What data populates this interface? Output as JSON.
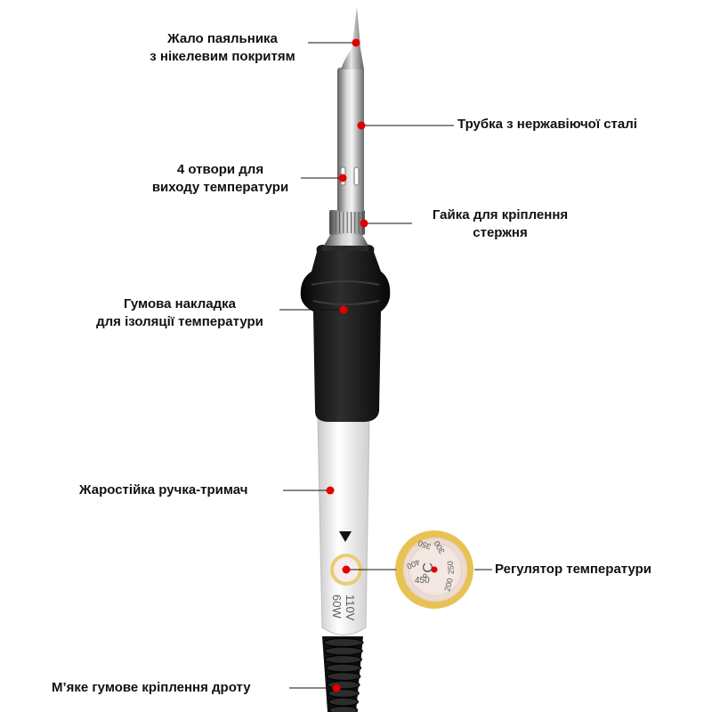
{
  "colors": {
    "marker": "#e00000",
    "leader": "#111111",
    "handle_body": "#f2f2f2",
    "rubber_grip": "#161616",
    "steel": "#8e8e8e",
    "dial_gold": "#e6c15a",
    "dial_face": "#efe2dc"
  },
  "labels": {
    "tip": {
      "line1": "Жало паяльника",
      "line2": "з нікелевим покритям"
    },
    "tube": "Трубка з нержавіючої сталі",
    "holes": {
      "line1": "4 отвори для",
      "line2": "виходу температури"
    },
    "nut": {
      "line1": "Гайка для кріплення",
      "line2": "стержня"
    },
    "rubber_cover": {
      "line1": "Гумова накладка",
      "line2": "для ізоляції температури"
    },
    "handle": "Жаростійка ручка-тримач",
    "regulator": "Регулятор температури",
    "cable_mount": "М’яке гумове кріплення дроту"
  },
  "handle_print": {
    "voltage": "110V",
    "power": "60W"
  },
  "dial": {
    "marks": [
      "200",
      "250",
      "300",
      "350",
      "400",
      "450"
    ],
    "unit": "°C"
  }
}
